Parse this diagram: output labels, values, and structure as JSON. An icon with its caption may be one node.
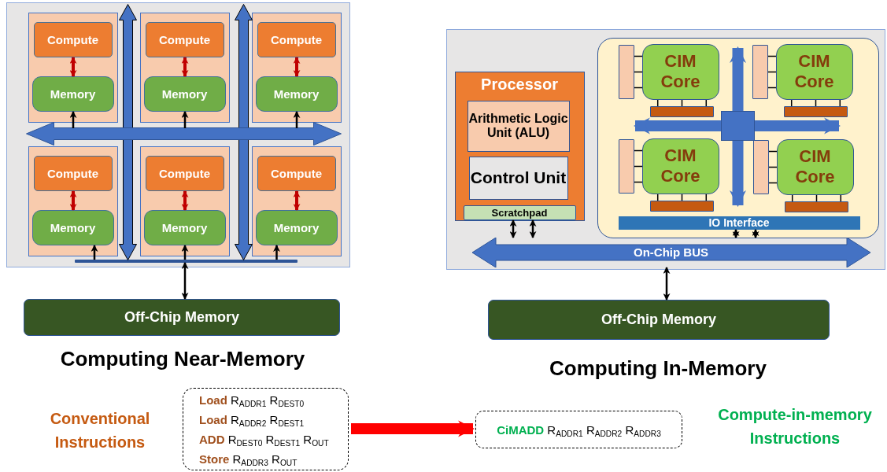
{
  "diagram": {
    "nodes": [
      {
        "text": [],
        "shape": "box"
      },
      {
        "text": [],
        "shape": "box",
        "in": 0
      },
      {
        "text": [
          "Compute"
        ],
        "in": 1
      },
      {
        "text": [
          "Memory"
        ],
        "in": 1
      },
      {
        "text": [],
        "shape": "box",
        "in": 0
      },
      {
        "text": [
          "Compute"
        ],
        "in": 4
      },
      {
        "text": [
          "Memory"
        ],
        "in": 4
      },
      {
        "text": [],
        "shape": "box",
        "in": 0
      },
      {
        "text": [
          "Compute"
        ],
        "in": 7
      },
      {
        "text": [
          "Memory"
        ],
        "in": 7
      },
      {
        "text": [],
        "shape": "box",
        "in": 0
      },
      {
        "text": [
          "Compute"
        ],
        "in": 10
      },
      {
        "text": [
          "Memory"
        ],
        "in": 10
      },
      {
        "text": [],
        "shape": "box",
        "in": 0
      },
      {
        "text": [
          "Compute"
        ],
        "in": 13
      },
      {
        "text": [
          "Memory"
        ],
        "in": 13
      },
      {
        "text": [],
        "shape": "box",
        "in": 0
      },
      {
        "text": [
          "Compute"
        ],
        "in": 16
      },
      {
        "text": [
          "Memory"
        ],
        "in": 16
      },
      {
        "text": [
          "Off-Chip Memory"
        ]
      },
      {
        "text": [],
        "shape": "box"
      },
      {
        "text": [
          "Processor"
        ],
        "in": 20
      },
      {
        "text": [
          "Arithmetic Logic Unit (ALU)"
        ],
        "in": 21
      },
      {
        "text": [
          "Control Unit"
        ],
        "in": 21
      },
      {
        "text": [
          "Scratchpad"
        ],
        "in": 21
      },
      {
        "text": [],
        "shape": "box",
        "in": 20
      },
      {
        "text": [
          "CIM Core"
        ],
        "in": 25
      },
      {
        "text": [],
        "shape": "bar",
        "in": 25
      },
      {
        "text": [],
        "shape": "bar",
        "in": 25
      },
      {
        "text": [
          "CIM Core"
        ],
        "in": 25
      },
      {
        "text": [],
        "shape": "bar",
        "in": 25
      },
      {
        "text": [],
        "shape": "bar",
        "in": 25
      },
      {
        "text": [
          "CIM Core"
        ],
        "in": 25
      },
      {
        "text": [],
        "shape": "bar",
        "in": 25
      },
      {
        "text": [],
        "shape": "bar",
        "in": 25
      },
      {
        "text": [
          "CIM Core"
        ],
        "in": 25
      },
      {
        "text": [],
        "shape": "bar",
        "in": 25
      },
      {
        "text": [],
        "shape": "bar",
        "in": 25
      },
      {
        "text": [
          "IO Interface"
        ],
        "in": 25
      },
      {
        "text": [
          "On-Chip BUS"
        ],
        "in": 20
      },
      {
        "text": [
          "Off-Chip Memory"
        ]
      },
      {
        "text": [
          "**Load** R$_{ADDR1}$ R$_{DEST0}$",
          "**Load** R$_{ADDR2}$ R$_{DEST1}$",
          "**ADD** R$_{DEST0}$ R$_{DEST1}$ R$_{OUT}$",
          "**Store** R$_{ADDR3}$ R$_{OUT}$"
        ]
      },
      {
        "text": [
          "**CiMADD** R$_{ADDR1}$ R$_{ADDR2}$ R$_{ADDR3}$"
        ]
      },
      {
        "text": [],
        "shape": "bar",
        "in": 0
      },
      {
        "text": [],
        "shape": "box",
        "in": 25
      }
    ],
    "edges": [
      {
        "from": 2,
        "to": 3,
        "arrow": "both",
        "color": "#c00000"
      },
      {
        "from": 5,
        "to": 6,
        "arrow": "both",
        "color": "#c00000"
      },
      {
        "from": 8,
        "to": 9,
        "arrow": "both",
        "color": "#c00000"
      },
      {
        "from": 11,
        "to": 12,
        "arrow": "both",
        "color": "#c00000"
      },
      {
        "from": 14,
        "to": 15,
        "arrow": "both",
        "color": "#c00000"
      },
      {
        "from": 17,
        "to": 18,
        "arrow": "both",
        "color": "#c00000"
      },
      {
        "from": null,
        "to": 3,
        "arrow": "to"
      },
      {
        "from": null,
        "to": 6,
        "arrow": "to"
      },
      {
        "from": null,
        "to": 9,
        "arrow": "to"
      },
      {
        "from": 43,
        "to": 12,
        "arrow": "to"
      },
      {
        "from": 43,
        "to": 15,
        "arrow": "to"
      },
      {
        "from": 43,
        "to": 18,
        "arrow": "to"
      },
      {
        "from": 43,
        "to": 19,
        "arrow": "both"
      },
      {
        "from": 24,
        "to": 39,
        "arrow": "both"
      },
      {
        "from": 24,
        "to": 39,
        "arrow": "both"
      },
      {
        "from": 38,
        "to": 39,
        "arrow": "both"
      },
      {
        "from": 38,
        "to": 39,
        "arrow": "both"
      },
      {
        "from": 39,
        "to": 40,
        "arrow": "both"
      },
      {
        "from": 26,
        "to": 27,
        "arrow": "none"
      },
      {
        "from": 26,
        "to": 28,
        "arrow": "none"
      },
      {
        "from": 29,
        "to": 30,
        "arrow": "none"
      },
      {
        "from": 29,
        "to": 31,
        "arrow": "none"
      },
      {
        "from": 32,
        "to": 33,
        "arrow": "none"
      },
      {
        "from": 32,
        "to": 34,
        "arrow": "none"
      },
      {
        "from": 35,
        "to": 36,
        "arrow": "none"
      },
      {
        "from": 35,
        "to": 37,
        "arrow": "none"
      },
      {
        "from": 41,
        "to": 42,
        "arrow": "to",
        "style": "thick",
        "color": "#ff0000"
      },
      {
        "from": 44,
        "to": 30,
        "arrow": "to",
        "style": "thick",
        "color": "#4472c4"
      },
      {
        "from": 44,
        "to": 34,
        "arrow": "to",
        "style": "thick",
        "color": "#4472c4"
      },
      {
        "from": 44,
        "to": 28,
        "arrow": "to",
        "style": "thick",
        "color": "#4472c4"
      },
      {
        "from": 44,
        "to": 31,
        "arrow": "to",
        "style": "thick",
        "color": "#4472c4"
      }
    ],
    "labels": [
      "Computing Near-Memory",
      "Computing In-Memory",
      "Conventional Instructions",
      "Compute-in-memory Instructions"
    ]
  }
}
